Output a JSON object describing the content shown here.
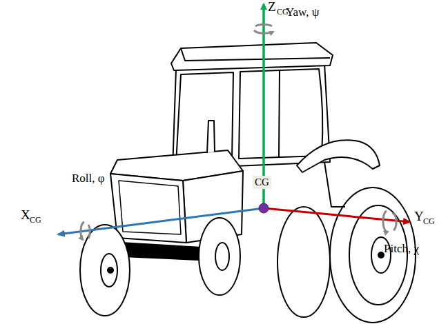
{
  "diagram": {
    "labels": [
      "Z",
      "CG",
      "Yaw, ψ",
      "Roll, φ",
      "CG",
      "X",
      "CG",
      "Y",
      "CG",
      "Pitch, χ"
    ]
  }
}
